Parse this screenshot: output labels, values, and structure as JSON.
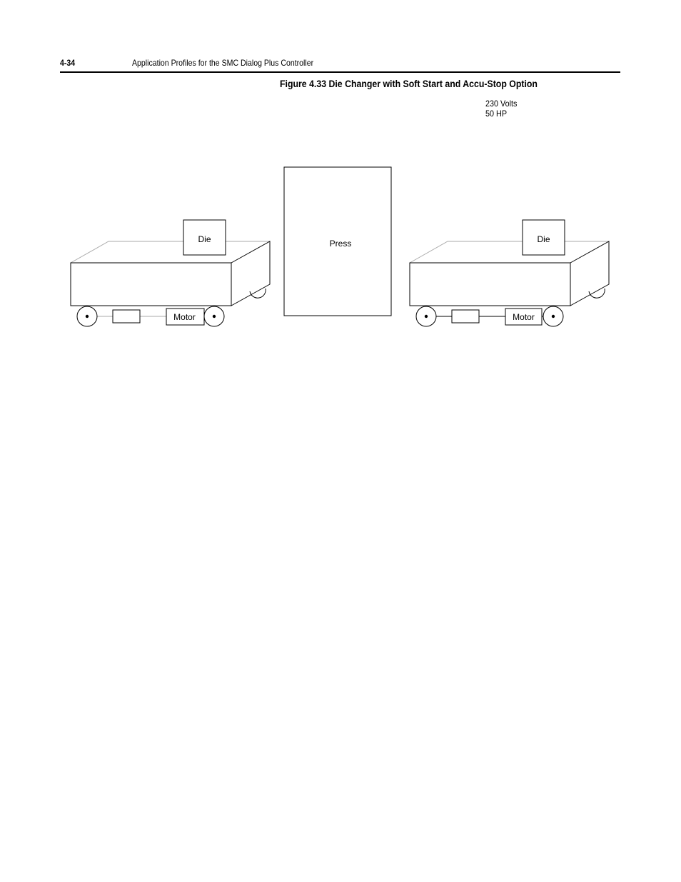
{
  "header": {
    "page_number": "4-34",
    "running_title": "Application Profiles for the SMC Dialog Plus Controller"
  },
  "figure": {
    "caption": "Figure 4.33 Die Changer with Soft Start and Accu-Stop Option",
    "spec_voltage": "230 Volts",
    "spec_power": "50 HP",
    "press_label": "Press",
    "left_cart": {
      "die_label": "Die",
      "motor_label": "Motor"
    },
    "right_cart": {
      "die_label": "Die",
      "motor_label": "Motor"
    }
  }
}
